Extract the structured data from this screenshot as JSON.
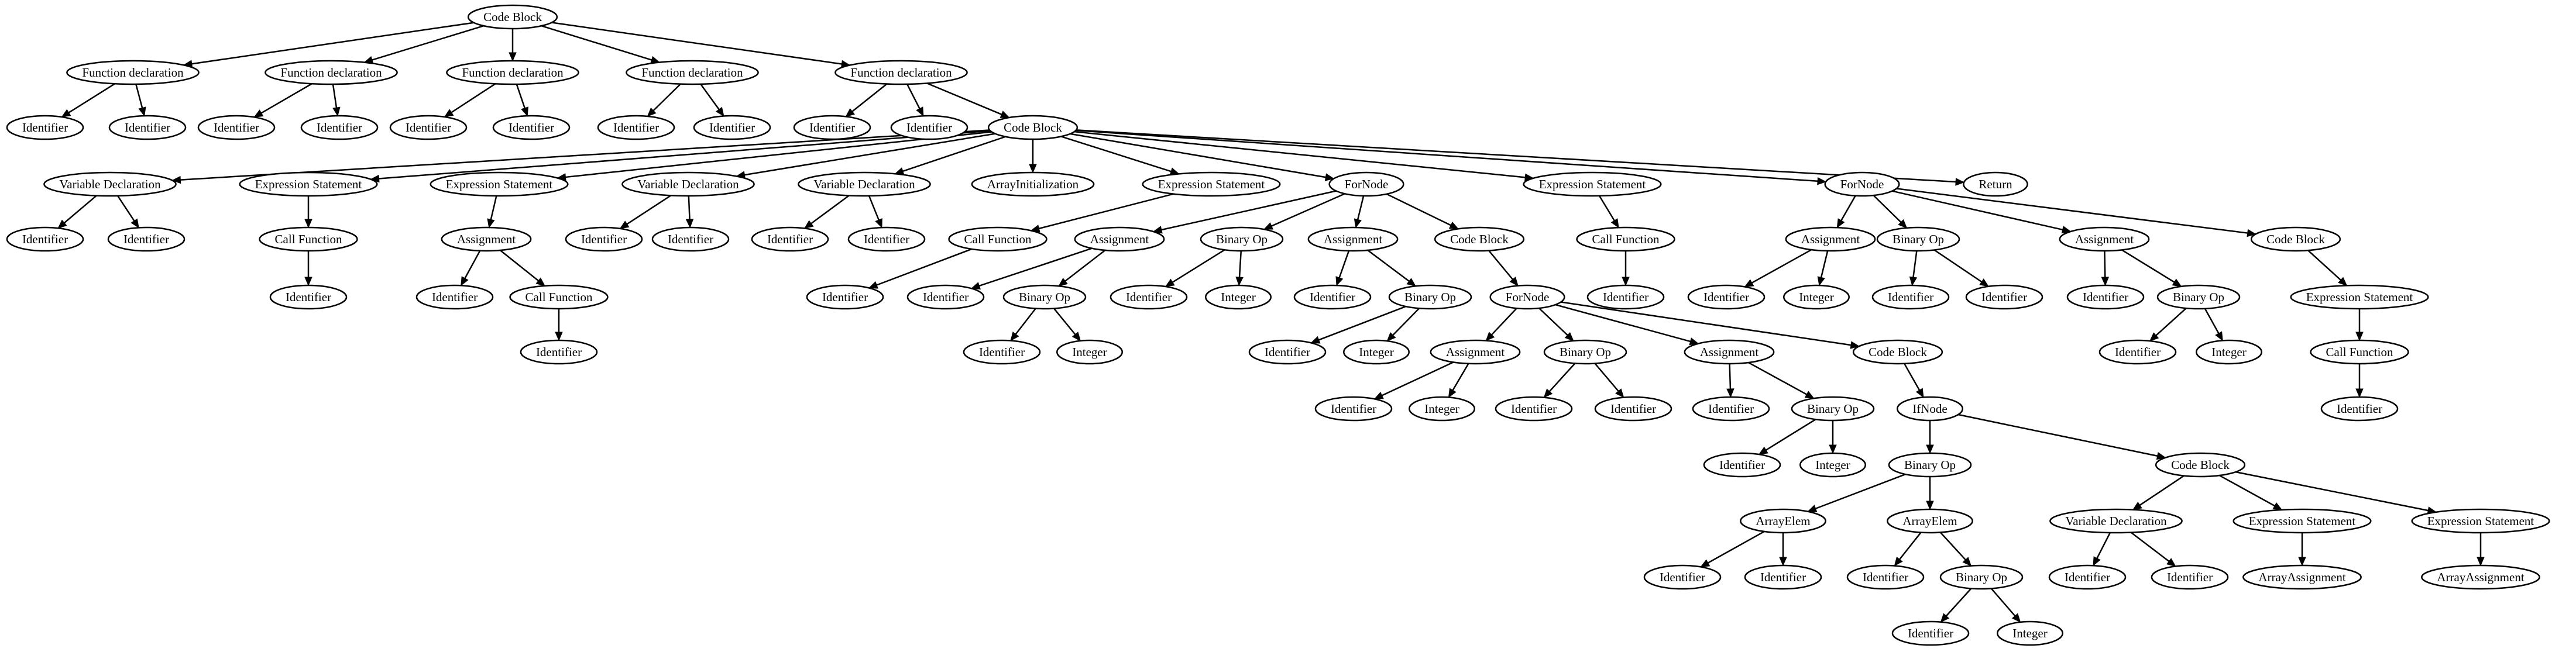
{
  "diagram": {
    "nodes": [
      {
        "id": "n0",
        "label": "Code Block"
      },
      {
        "id": "n1",
        "label": "Function declaration"
      },
      {
        "id": "n2",
        "label": "Function declaration"
      },
      {
        "id": "n3",
        "label": "Function declaration"
      },
      {
        "id": "n4",
        "label": "Function declaration"
      },
      {
        "id": "n5",
        "label": "Function declaration"
      },
      {
        "id": "n6",
        "label": "Identifier"
      },
      {
        "id": "n7",
        "label": "Identifier"
      },
      {
        "id": "n8",
        "label": "Identifier"
      },
      {
        "id": "n9",
        "label": "Identifier"
      },
      {
        "id": "n10",
        "label": "Identifier"
      },
      {
        "id": "n11",
        "label": "Identifier"
      },
      {
        "id": "n12",
        "label": "Identifier"
      },
      {
        "id": "n13",
        "label": "Identifier"
      },
      {
        "id": "n14",
        "label": "Identifier"
      },
      {
        "id": "n15",
        "label": "Identifier"
      },
      {
        "id": "n16",
        "label": "Code Block"
      },
      {
        "id": "n17",
        "label": "Variable Declaration"
      },
      {
        "id": "n18",
        "label": "Expression Statement"
      },
      {
        "id": "n19",
        "label": "Expression Statement"
      },
      {
        "id": "n20",
        "label": "Variable Declaration"
      },
      {
        "id": "n21",
        "label": "Variable Declaration"
      },
      {
        "id": "n22",
        "label": "ArrayInitialization"
      },
      {
        "id": "n23",
        "label": "Expression Statement"
      },
      {
        "id": "n24",
        "label": "ForNode"
      },
      {
        "id": "n25",
        "label": "Expression Statement"
      },
      {
        "id": "n26",
        "label": "ForNode"
      },
      {
        "id": "n27",
        "label": "Return"
      },
      {
        "id": "n28",
        "label": "Identifier"
      },
      {
        "id": "n29",
        "label": "Identifier"
      },
      {
        "id": "n30",
        "label": "Call Function"
      },
      {
        "id": "n31",
        "label": "Assignment"
      },
      {
        "id": "n32",
        "label": "Identifier"
      },
      {
        "id": "n33",
        "label": "Identifier"
      },
      {
        "id": "n34",
        "label": "Identifier"
      },
      {
        "id": "n35",
        "label": "Identifier"
      },
      {
        "id": "n36",
        "label": "Call Function"
      },
      {
        "id": "n37",
        "label": "Assignment"
      },
      {
        "id": "n38",
        "label": "Binary Op"
      },
      {
        "id": "n39",
        "label": "Assignment"
      },
      {
        "id": "n40",
        "label": "Code Block"
      },
      {
        "id": "n41",
        "label": "Call Function"
      },
      {
        "id": "n42",
        "label": "Assignment"
      },
      {
        "id": "n43",
        "label": "Binary Op"
      },
      {
        "id": "n44",
        "label": "Assignment"
      },
      {
        "id": "n45",
        "label": "Code Block"
      },
      {
        "id": "n46",
        "label": "Identifier"
      },
      {
        "id": "n47",
        "label": "Identifier"
      },
      {
        "id": "n48",
        "label": "Call Function"
      },
      {
        "id": "n49",
        "label": "Identifier"
      },
      {
        "id": "n50",
        "label": "Identifier"
      },
      {
        "id": "n51",
        "label": "Binary Op"
      },
      {
        "id": "n52",
        "label": "Identifier"
      },
      {
        "id": "n53",
        "label": "Integer"
      },
      {
        "id": "n54",
        "label": "Identifier"
      },
      {
        "id": "n55",
        "label": "Binary Op"
      },
      {
        "id": "n56",
        "label": "ForNode"
      },
      {
        "id": "n57",
        "label": "Identifier"
      },
      {
        "id": "n58",
        "label": "Identifier"
      },
      {
        "id": "n59",
        "label": "Integer"
      },
      {
        "id": "n60",
        "label": "Identifier"
      },
      {
        "id": "n61",
        "label": "Identifier"
      },
      {
        "id": "n62",
        "label": "Identifier"
      },
      {
        "id": "n63",
        "label": "Binary Op"
      },
      {
        "id": "n64",
        "label": "Expression Statement"
      },
      {
        "id": "n65",
        "label": "Identifier"
      },
      {
        "id": "n66",
        "label": "Identifier"
      },
      {
        "id": "n67",
        "label": "Integer"
      },
      {
        "id": "n68",
        "label": "Identifier"
      },
      {
        "id": "n69",
        "label": "Integer"
      },
      {
        "id": "n70",
        "label": "Assignment"
      },
      {
        "id": "n71",
        "label": "Binary Op"
      },
      {
        "id": "n72",
        "label": "Assignment"
      },
      {
        "id": "n73",
        "label": "Code Block"
      },
      {
        "id": "n74",
        "label": "Identifier"
      },
      {
        "id": "n75",
        "label": "Integer"
      },
      {
        "id": "n76",
        "label": "Call Function"
      },
      {
        "id": "n77",
        "label": "Identifier"
      },
      {
        "id": "n78",
        "label": "Integer"
      },
      {
        "id": "n79",
        "label": "Identifier"
      },
      {
        "id": "n80",
        "label": "Identifier"
      },
      {
        "id": "n81",
        "label": "Identifier"
      },
      {
        "id": "n82",
        "label": "Binary Op"
      },
      {
        "id": "n83",
        "label": "IfNode"
      },
      {
        "id": "n84",
        "label": "Identifier"
      },
      {
        "id": "n85",
        "label": "Identifier"
      },
      {
        "id": "n86",
        "label": "Integer"
      },
      {
        "id": "n87",
        "label": "Binary Op"
      },
      {
        "id": "n88",
        "label": "Code Block"
      },
      {
        "id": "n89",
        "label": "ArrayElem"
      },
      {
        "id": "n90",
        "label": "ArrayElem"
      },
      {
        "id": "n91",
        "label": "Variable Declaration"
      },
      {
        "id": "n92",
        "label": "Expression Statement"
      },
      {
        "id": "n93",
        "label": "Expression Statement"
      },
      {
        "id": "n94",
        "label": "Identifier"
      },
      {
        "id": "n95",
        "label": "Identifier"
      },
      {
        "id": "n96",
        "label": "Identifier"
      },
      {
        "id": "n97",
        "label": "Binary Op"
      },
      {
        "id": "n98",
        "label": "Identifier"
      },
      {
        "id": "n99",
        "label": "Identifier"
      },
      {
        "id": "n100",
        "label": "ArrayAssignment"
      },
      {
        "id": "n101",
        "label": "ArrayAssignment"
      },
      {
        "id": "n102",
        "label": "Identifier"
      },
      {
        "id": "n103",
        "label": "Integer"
      }
    ],
    "edges": [
      [
        "n0",
        "n1"
      ],
      [
        "n0",
        "n2"
      ],
      [
        "n0",
        "n3"
      ],
      [
        "n0",
        "n4"
      ],
      [
        "n0",
        "n5"
      ],
      [
        "n1",
        "n6"
      ],
      [
        "n1",
        "n7"
      ],
      [
        "n2",
        "n8"
      ],
      [
        "n2",
        "n9"
      ],
      [
        "n3",
        "n10"
      ],
      [
        "n3",
        "n11"
      ],
      [
        "n4",
        "n12"
      ],
      [
        "n4",
        "n13"
      ],
      [
        "n5",
        "n14"
      ],
      [
        "n5",
        "n15"
      ],
      [
        "n5",
        "n16"
      ],
      [
        "n16",
        "n17"
      ],
      [
        "n16",
        "n18"
      ],
      [
        "n16",
        "n19"
      ],
      [
        "n16",
        "n20"
      ],
      [
        "n16",
        "n21"
      ],
      [
        "n16",
        "n22"
      ],
      [
        "n16",
        "n23"
      ],
      [
        "n16",
        "n24"
      ],
      [
        "n16",
        "n25"
      ],
      [
        "n16",
        "n26"
      ],
      [
        "n16",
        "n27"
      ],
      [
        "n17",
        "n28"
      ],
      [
        "n17",
        "n29"
      ],
      [
        "n18",
        "n30"
      ],
      [
        "n19",
        "n31"
      ],
      [
        "n20",
        "n32"
      ],
      [
        "n20",
        "n33"
      ],
      [
        "n21",
        "n34"
      ],
      [
        "n21",
        "n35"
      ],
      [
        "n23",
        "n36"
      ],
      [
        "n24",
        "n37"
      ],
      [
        "n24",
        "n38"
      ],
      [
        "n24",
        "n39"
      ],
      [
        "n24",
        "n40"
      ],
      [
        "n25",
        "n41"
      ],
      [
        "n26",
        "n42"
      ],
      [
        "n26",
        "n43"
      ],
      [
        "n26",
        "n44"
      ],
      [
        "n26",
        "n45"
      ],
      [
        "n30",
        "n46"
      ],
      [
        "n31",
        "n47"
      ],
      [
        "n31",
        "n48"
      ],
      [
        "n36",
        "n49"
      ],
      [
        "n37",
        "n50"
      ],
      [
        "n37",
        "n51"
      ],
      [
        "n38",
        "n52"
      ],
      [
        "n38",
        "n53"
      ],
      [
        "n39",
        "n54"
      ],
      [
        "n39",
        "n55"
      ],
      [
        "n40",
        "n56"
      ],
      [
        "n41",
        "n57"
      ],
      [
        "n42",
        "n58"
      ],
      [
        "n42",
        "n59"
      ],
      [
        "n43",
        "n60"
      ],
      [
        "n43",
        "n61"
      ],
      [
        "n44",
        "n62"
      ],
      [
        "n44",
        "n63"
      ],
      [
        "n45",
        "n64"
      ],
      [
        "n48",
        "n65"
      ],
      [
        "n51",
        "n66"
      ],
      [
        "n51",
        "n67"
      ],
      [
        "n55",
        "n68"
      ],
      [
        "n55",
        "n69"
      ],
      [
        "n56",
        "n70"
      ],
      [
        "n56",
        "n71"
      ],
      [
        "n56",
        "n72"
      ],
      [
        "n56",
        "n73"
      ],
      [
        "n63",
        "n74"
      ],
      [
        "n63",
        "n75"
      ],
      [
        "n64",
        "n76"
      ],
      [
        "n70",
        "n77"
      ],
      [
        "n70",
        "n78"
      ],
      [
        "n71",
        "n79"
      ],
      [
        "n71",
        "n80"
      ],
      [
        "n72",
        "n81"
      ],
      [
        "n72",
        "n82"
      ],
      [
        "n73",
        "n83"
      ],
      [
        "n76",
        "n84"
      ],
      [
        "n82",
        "n85"
      ],
      [
        "n82",
        "n86"
      ],
      [
        "n83",
        "n87"
      ],
      [
        "n83",
        "n88"
      ],
      [
        "n87",
        "n89"
      ],
      [
        "n87",
        "n90"
      ],
      [
        "n88",
        "n91"
      ],
      [
        "n88",
        "n92"
      ],
      [
        "n88",
        "n93"
      ],
      [
        "n89",
        "n94"
      ],
      [
        "n89",
        "n95"
      ],
      [
        "n90",
        "n96"
      ],
      [
        "n90",
        "n97"
      ],
      [
        "n91",
        "n98"
      ],
      [
        "n91",
        "n99"
      ],
      [
        "n92",
        "n100"
      ],
      [
        "n93",
        "n101"
      ],
      [
        "n97",
        "n102"
      ],
      [
        "n97",
        "n103"
      ]
    ]
  }
}
